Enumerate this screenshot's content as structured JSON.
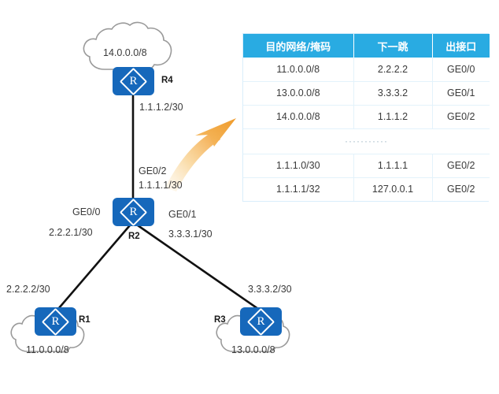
{
  "diagram": {
    "title": "Router R2 routing table topology",
    "colors": {
      "router_blue": "#1668bb",
      "table_header": "#29abe2",
      "arrow_orange": "#f5a93b",
      "cloud_outline": "#9a9a9a",
      "link_line": "#111111"
    },
    "routers": [
      {
        "id": "r4",
        "name": "R4",
        "cloud": "14.0.0.0/8"
      },
      {
        "id": "r2",
        "name": "R2",
        "cloud": null
      },
      {
        "id": "r1",
        "name": "R1",
        "cloud": "11.0.0.0/8"
      },
      {
        "id": "r3",
        "name": "R3",
        "cloud": "13.0.0.0/8"
      }
    ],
    "link_labels": {
      "r4_to_r2": "1.1.1.2/30",
      "r2_ge0_2_name": "GE0/2",
      "r2_ge0_2_addr": "1.1.1.1/30",
      "r2_ge0_0_name": "GE0/0",
      "r2_ge0_0_addr": "2.2.2.1/30",
      "r2_ge0_1_name": "GE0/1",
      "r2_ge0_1_addr": "3.3.3.1/30",
      "r1_link": "2.2.2.2/30",
      "r3_link": "3.3.3.2/30"
    },
    "router_glyph": "R"
  },
  "routing_table": {
    "headers": [
      "目的网络/掩码",
      "下一跳",
      "出接口"
    ],
    "rows": [
      {
        "destination": "11.0.0.0/8",
        "next_hop": "2.2.2.2",
        "interface": "GE0/0"
      },
      {
        "destination": "13.0.0.0/8",
        "next_hop": "3.3.3.2",
        "interface": "GE0/1"
      },
      {
        "destination": "14.0.0.0/8",
        "next_hop": "1.1.1.2",
        "interface": "GE0/2"
      }
    ],
    "ellipsis": "···········",
    "rows_after": [
      {
        "destination": "1.1.1.0/30",
        "next_hop": "1.1.1.1",
        "interface": "GE0/2"
      },
      {
        "destination": "1.1.1.1/32",
        "next_hop": "127.0.0.1",
        "interface": "GE0/2"
      }
    ]
  }
}
